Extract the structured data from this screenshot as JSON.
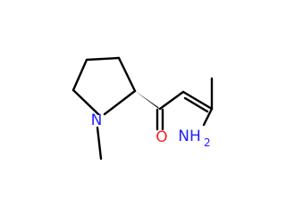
{
  "molecule": {
    "atoms": {
      "n_ring": {
        "symbol": "N",
        "color": "#1f1fff"
      },
      "o_carbonyl": {
        "symbol": "O",
        "color": "#ff1f1f"
      },
      "n_amine": {
        "symbol": "NH",
        "subscript": "2",
        "color": "#1f1fff"
      }
    },
    "bond_color": "#000000"
  }
}
